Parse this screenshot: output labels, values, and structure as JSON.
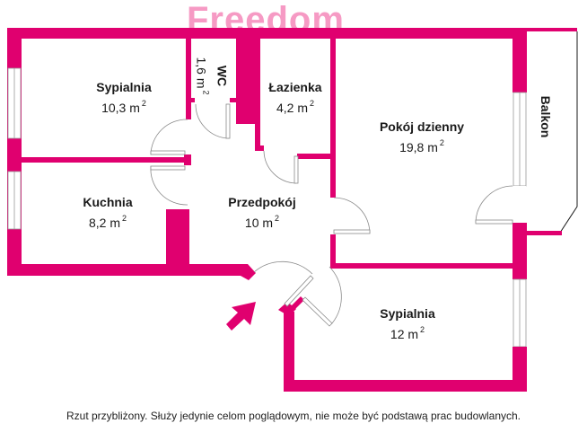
{
  "watermark": "Freedom",
  "rooms": [
    {
      "id": "sypialnia-1",
      "name": "Sypialnia",
      "area": "10,3 m",
      "sup": "2"
    },
    {
      "id": "wc",
      "name": "WC",
      "area": "1,6 m",
      "sup": "2"
    },
    {
      "id": "lazienka",
      "name": "Łazienka",
      "area": "4,2 m",
      "sup": "2"
    },
    {
      "id": "pokoj-dzienny",
      "name": "Pokój dzienny",
      "area": "19,8 m",
      "sup": "2"
    },
    {
      "id": "kuchnia",
      "name": "Kuchnia",
      "area": "8,2 m",
      "sup": "2"
    },
    {
      "id": "przedpokoj",
      "name": "Przedpokój",
      "area": "10 m",
      "sup": "2"
    },
    {
      "id": "sypialnia-2",
      "name": "Sypialnia",
      "area": "12 m",
      "sup": "2"
    },
    {
      "id": "balkon",
      "name": "Balkon"
    }
  ],
  "icons": {
    "entrance": "entrance-arrow-icon"
  },
  "colors": {
    "wall": "#e0006f",
    "watermark": "#f69ac4",
    "text": "#1a1a1a"
  },
  "disclaimer": "Rzut przybliżony. Służy jedynie celom poglądowym, nie może być podstawą prac budowlanych."
}
